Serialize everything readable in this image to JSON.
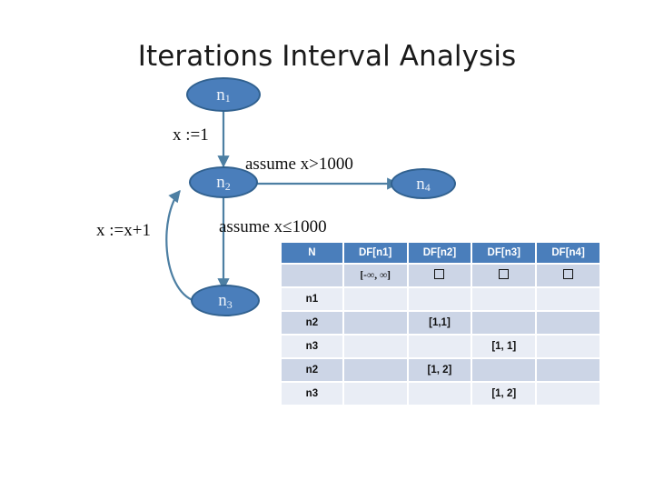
{
  "slide": {
    "title": "Iterations Interval Analysis"
  },
  "graph": {
    "nodes": [
      {
        "id": "n1",
        "base": "n",
        "sub": "1"
      },
      {
        "id": "n2",
        "base": "n",
        "sub": "2"
      },
      {
        "id": "n3",
        "base": "n",
        "sub": "3"
      },
      {
        "id": "n4",
        "base": "n",
        "sub": "4"
      }
    ],
    "edges": [
      {
        "from": "n1",
        "to": "n2",
        "label": "x :=1"
      },
      {
        "from": "n2",
        "to": "n4",
        "label": "assume x>1000"
      },
      {
        "from": "n2",
        "to": "n3",
        "label": "assume x≤1000"
      },
      {
        "from": "n3",
        "to": "n2",
        "label": "x :=x+1"
      }
    ],
    "colors": {
      "node_fill": "#4a7ebb",
      "node_stroke": "#31618f",
      "edge_stroke": "#4d7fa3"
    }
  },
  "table": {
    "columns": [
      "N",
      "DF[n1]",
      "DF[n2]",
      "DF[n3]",
      "DF[n4]"
    ],
    "rows": [
      {
        "band": "dark",
        "cells": [
          "",
          "[-∞, ∞]",
          "□",
          "□",
          "□"
        ]
      },
      {
        "band": "light",
        "cells": [
          "n1",
          "",
          "",
          "",
          ""
        ]
      },
      {
        "band": "dark",
        "cells": [
          "n2",
          "",
          "[1,1]",
          "",
          ""
        ]
      },
      {
        "band": "light",
        "cells": [
          "n3",
          "",
          "",
          "[1, 1]",
          ""
        ]
      },
      {
        "band": "dark",
        "cells": [
          "n2",
          "",
          "[1, 2]",
          "",
          ""
        ]
      },
      {
        "band": "light",
        "cells": [
          "n3",
          "",
          "",
          "[1, 2]",
          ""
        ]
      }
    ],
    "colors": {
      "header_bg": "#4a7ebb",
      "header_fg": "#ffffff",
      "band_dark": "#ccd5e6",
      "band_light": "#e9edf5"
    }
  }
}
